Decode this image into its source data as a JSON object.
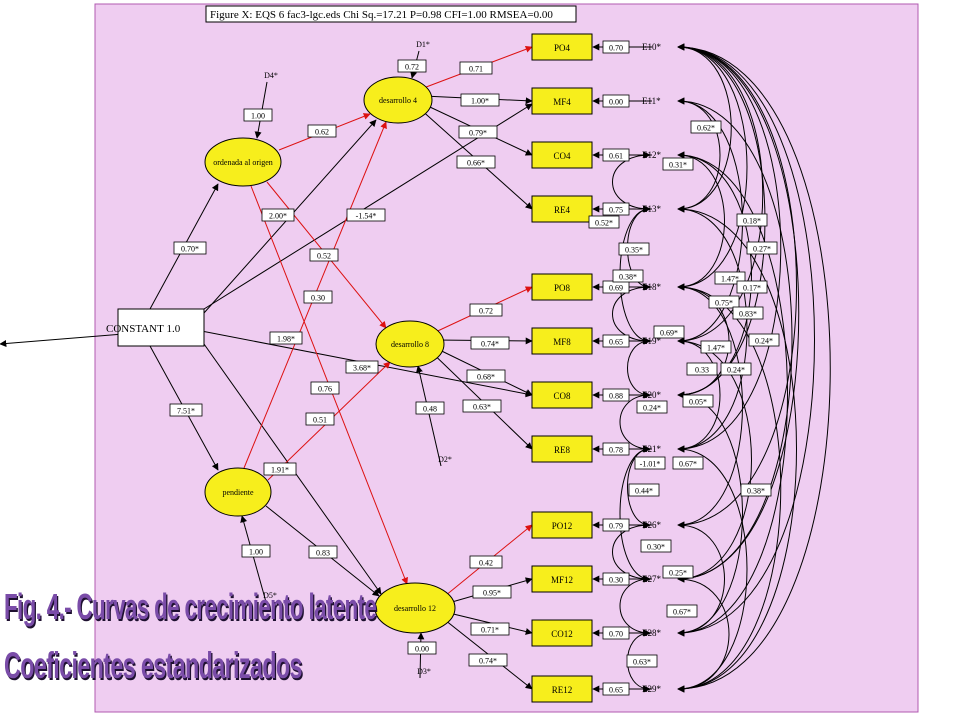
{
  "figure_title": "Figure X: EQS 6 fac3-lgc.eds Chi Sq.=17.21 P=0.98 CFI=1.00 RMSEA=0.00",
  "caption": {
    "line1": "Fig. 4.- Curvas de crecimiento latente",
    "line2": "Coeficientes estandarizados"
  },
  "colors": {
    "panel_background": "#efcdf1",
    "factor_fill": "#f7ee1c",
    "observed_fill": "#f7ee1c",
    "red_path": "#dd1111",
    "black_path": "#000000",
    "caption_text": "#7a4ca8"
  },
  "constant": {
    "label": "CONSTANT 1.0"
  },
  "factors": {
    "intercept": {
      "label": "ordenada al origen"
    },
    "slope": {
      "label": "pendiente"
    },
    "d4": {
      "label": "desarrollo 4"
    },
    "d8": {
      "label": "desarrollo 8"
    },
    "d12": {
      "label": "desarrollo 12"
    }
  },
  "disturbances": {
    "D1": "D1*",
    "D2": "D2*",
    "D3": "D3*",
    "D4": "D4*",
    "D5": "D5*"
  },
  "disturbance_paths": {
    "D1": "0.72",
    "D2": "0.48",
    "D3": "0.00",
    "D4": "1.00",
    "D5": "1.00"
  },
  "observed": [
    {
      "label": "PO4",
      "error": "E10*",
      "error_coef": "0.70"
    },
    {
      "label": "MF4",
      "error": "E11*",
      "error_coef": "0.00"
    },
    {
      "label": "CO4",
      "error": "E12*",
      "error_coef": "0.61"
    },
    {
      "label": "RE4",
      "error": "E13*",
      "error_coef": "0.75"
    },
    {
      "label": "PO8",
      "error": "E18*",
      "error_coef": "0.69"
    },
    {
      "label": "MF8",
      "error": "E19*",
      "error_coef": "0.65"
    },
    {
      "label": "CO8",
      "error": "E20*",
      "error_coef": "0.88"
    },
    {
      "label": "RE8",
      "error": "E21*",
      "error_coef": "0.78"
    },
    {
      "label": "PO12",
      "error": "E26*",
      "error_coef": "0.79"
    },
    {
      "label": "MF12",
      "error": "E27*",
      "error_coef": "0.30"
    },
    {
      "label": "CO12",
      "error": "E28*",
      "error_coef": "0.70"
    },
    {
      "label": "RE12",
      "error": "E29*",
      "error_coef": "0.65"
    }
  ],
  "loadings": {
    "d4": [
      "0.71",
      "1.00*",
      "0.79*",
      "0.66*"
    ],
    "d8": [
      "0.72",
      "0.74*",
      "0.68*",
      "0.63*"
    ],
    "d12": [
      "0.42",
      "0.95*",
      "0.71*",
      "0.74*"
    ]
  },
  "structural_paths": {
    "const_intercept": "0.70*",
    "const_slope": "7.51*",
    "const_d4": "2.00*",
    "const_d8": "1.98*",
    "const_d12": "1.91*",
    "const_mf4": "-1.54*",
    "const_co8": "3.68*",
    "intercept_d4": "0.62",
    "intercept_d8": "0.52",
    "intercept_d12": "0.76",
    "slope_d4": "0.30",
    "slope_d8": "0.51",
    "slope_d12": "0.83"
  },
  "error_covariances": [
    "0.62*",
    "0.31*",
    "0.52*",
    "0.18*",
    "0.35*",
    "0.27*",
    "0.38*",
    "1.47*",
    "0.17*",
    "0.75*",
    "0.83*",
    "0.69*",
    "1.47*",
    "0.24*",
    "0.33",
    "0.24*",
    "0.05*",
    "0.24*",
    "-1.01*",
    "0.67*",
    "0.44*",
    "0.38*",
    "0.30*",
    "0.25*",
    "0.67*",
    "0.63*"
  ]
}
